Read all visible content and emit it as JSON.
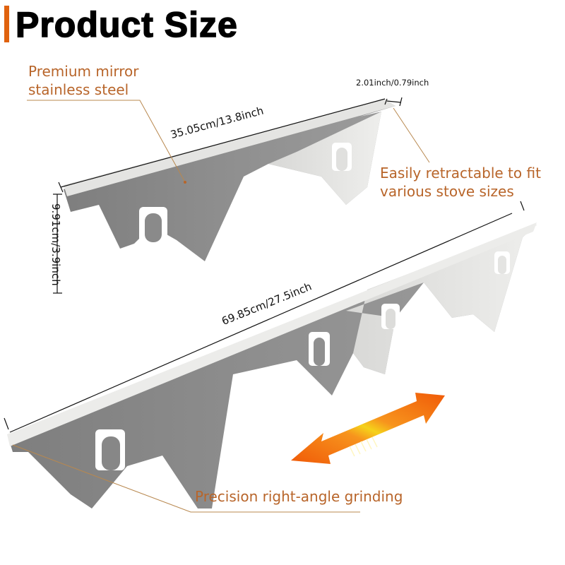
{
  "header": {
    "title": "Product Size",
    "accent_color": "#e0620e"
  },
  "callouts": {
    "material": [
      "Premium mirror",
      "stainless steel"
    ],
    "retractable": [
      "Easily retractable to fit",
      "various stove sizes"
    ],
    "grinding": "Precision right-angle grinding",
    "color": "#b8652a"
  },
  "dimensions": {
    "short_length": "35.05cm/13.8inch",
    "long_length": "69.85cm/27.5inch",
    "height": "9.91cm/3.9inch",
    "flange": "2.01inch/0.79inch"
  },
  "icons": {
    "double_arrow": "double-headed-extension-arrow",
    "arrow_color": "#f0620a",
    "arrow_highlight": "#f5d21a"
  }
}
